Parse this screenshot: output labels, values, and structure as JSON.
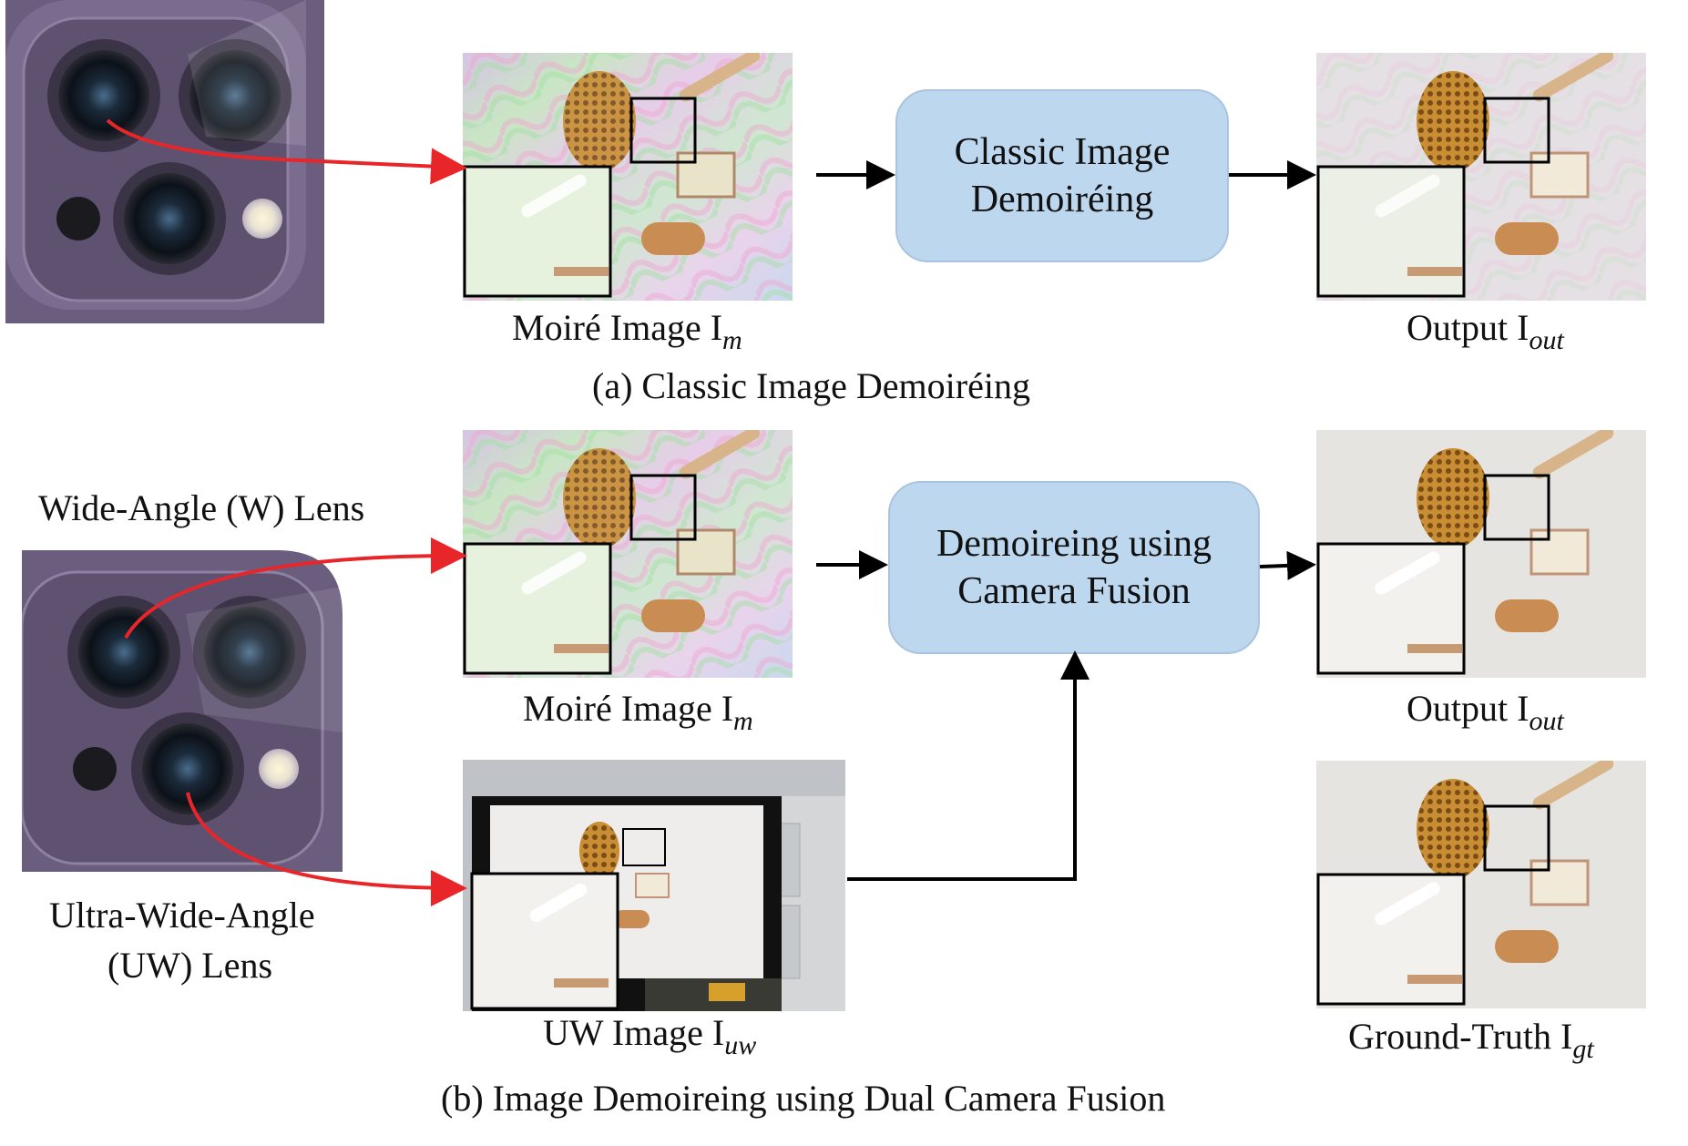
{
  "row_a": {
    "caption": "(a) Classic Image Demoiréing",
    "input_label": {
      "text": "Moiré Image I",
      "sub": "m"
    },
    "process": {
      "line1": "Classic Image",
      "line2": "Demoiréing"
    },
    "output_label": {
      "text": "Output I",
      "sub": "out"
    }
  },
  "row_b": {
    "caption": "(b) Image Demoireing using Dual Camera Fusion",
    "w_lens_label": "Wide-Angle (W) Lens",
    "uw_lens_label": {
      "line1": "Ultra-Wide-Angle",
      "line2": "(UW) Lens"
    },
    "input_label": {
      "text": "Moiré Image I",
      "sub": "m"
    },
    "uw_label": {
      "text": "UW Image I",
      "sub": "uw"
    },
    "process": {
      "line1": "Demoireing using",
      "line2": "Camera Fusion"
    },
    "output_label": {
      "text": "Output I",
      "sub": "out"
    },
    "gt_label": {
      "text": "Ground-Truth I",
      "sub": "gt"
    }
  },
  "colors": {
    "arrow_red": "#e8262a",
    "arrow_black": "#000000",
    "process_fill": "#bdd7ee",
    "phone_purple": "#6b5d7e"
  }
}
